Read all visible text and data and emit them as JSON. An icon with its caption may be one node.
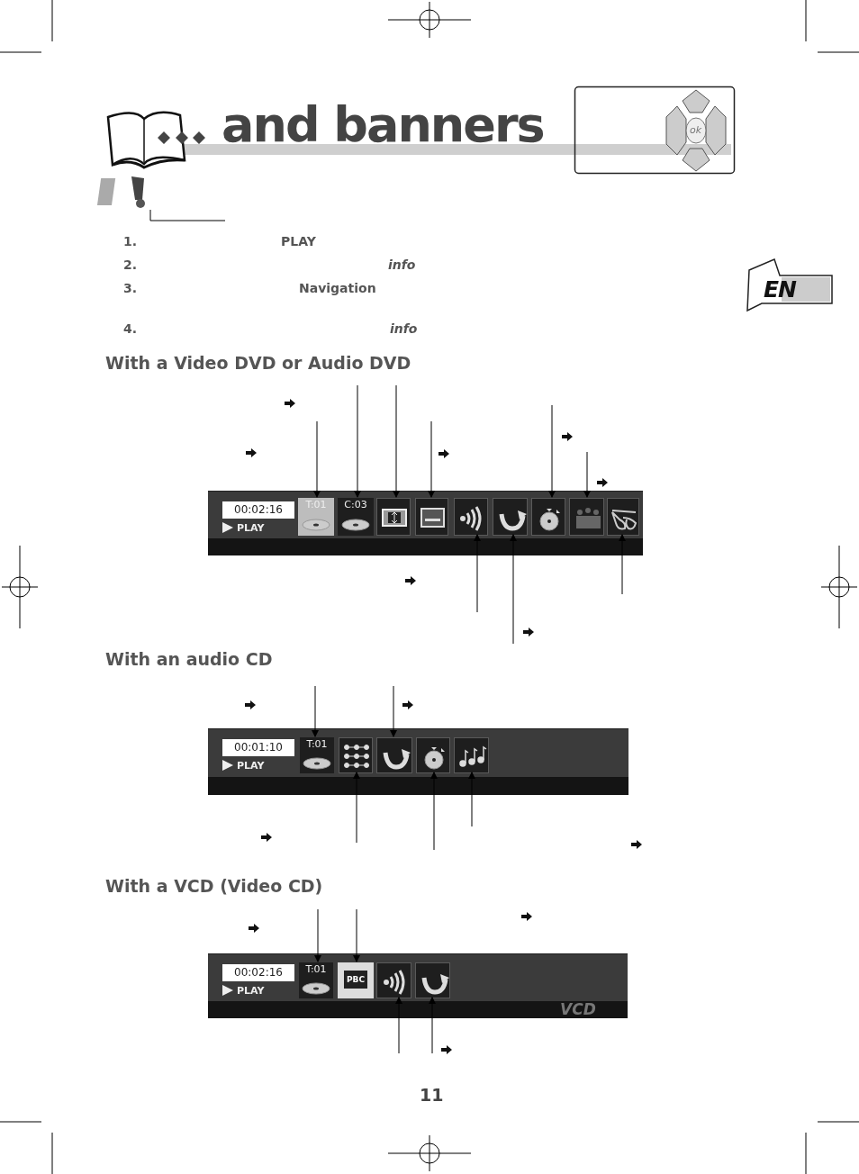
{
  "diagram": {
    "title": "and banners",
    "nodes": [
      {
        "text": [
          "00:02:16",
          "PLAY"
        ]
      },
      {
        "text": [
          "T:01"
        ],
        "in": 0
      },
      {
        "text": [
          "C:03"
        ],
        "in": 0
      },
      {
        "text": [],
        "shape": "box",
        "in": 0
      },
      {
        "text": [],
        "shape": "box",
        "in": 0
      },
      {
        "text": [],
        "shape": "box",
        "in": 0
      },
      {
        "text": [],
        "shape": "box",
        "in": 0
      },
      {
        "text": [],
        "shape": "box",
        "in": 0
      },
      {
        "text": [],
        "shape": "box",
        "in": 0
      },
      {
        "text": [],
        "shape": "box",
        "in": 0
      },
      {
        "text": [
          "00:01:10",
          "PLAY"
        ]
      },
      {
        "text": [
          "T:01"
        ],
        "in": 10
      },
      {
        "text": [],
        "shape": "box",
        "in": 10
      },
      {
        "text": [],
        "shape": "box",
        "in": 10
      },
      {
        "text": [],
        "shape": "box",
        "in": 10
      },
      {
        "text": [],
        "shape": "box",
        "in": 10
      },
      {
        "text": [
          "00:02:16",
          "PLAY"
        ]
      },
      {
        "text": [
          "T:01"
        ],
        "in": 16
      },
      {
        "text": [
          "PBC"
        ],
        "in": 16
      },
      {
        "text": [],
        "shape": "box",
        "in": 16
      },
      {
        "text": [],
        "shape": "box",
        "in": 16
      }
    ],
    "edges": [
      {
        "from": null,
        "to": 1,
        "arrow": "to"
      },
      {
        "from": null,
        "to": 2,
        "arrow": "to"
      },
      {
        "from": null,
        "to": 3,
        "arrow": "to"
      },
      {
        "from": null,
        "to": 4,
        "arrow": "to"
      },
      {
        "from": null,
        "to": 5,
        "arrow": "to"
      },
      {
        "from": null,
        "to": 6,
        "arrow": "to"
      },
      {
        "from": null,
        "to": 7,
        "arrow": "to"
      },
      {
        "from": null,
        "to": 8,
        "arrow": "to"
      },
      {
        "from": null,
        "to": 9,
        "arrow": "to"
      },
      {
        "from": null,
        "to": 11,
        "arrow": "to"
      },
      {
        "from": null,
        "to": 13,
        "arrow": "to"
      },
      {
        "from": null,
        "to": 12,
        "arrow": "to"
      },
      {
        "from": null,
        "to": 14,
        "arrow": "to"
      },
      {
        "from": null,
        "to": 15,
        "arrow": "to"
      },
      {
        "from": null,
        "to": 17,
        "arrow": "to"
      },
      {
        "from": null,
        "to": 18,
        "arrow": "to"
      },
      {
        "from": null,
        "to": 19,
        "arrow": "to"
      },
      {
        "from": null,
        "to": 20,
        "arrow": "to"
      }
    ],
    "labels": [
      "ok",
      "1.",
      "PLAY",
      "2.",
      "info",
      "3.",
      "Navigation",
      "EN",
      "4.",
      "info",
      "With a Video DVD or Audio DVD",
      "With an audio CD",
      "With a VCD (Video CD)",
      "VCD",
      "11"
    ]
  }
}
